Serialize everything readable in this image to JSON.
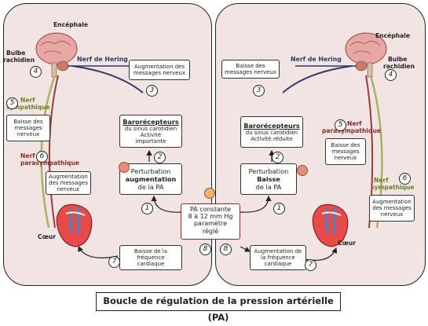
{
  "title": "Boucle de régulation de la pression artérielle (PA)",
  "center": {
    "line1": "PA constante",
    "line2": "8 à 12 mm Hg",
    "line3": "paramètre",
    "line4": "réglé"
  },
  "left": {
    "encephale": "Encéphale",
    "bulbe1": "Bulbe",
    "bulbe2": "rachidien",
    "hering": "Nerf de Hering",
    "n_symp1": "Nerf",
    "n_symp2": "sympathique",
    "n_para1": "Nerf",
    "n_para2": "parasympathique",
    "coeur": "Cœur",
    "box_msg": {
      "l1": "Augmentation des",
      "l2": "messages nerveux"
    },
    "box_baro": {
      "head": "Barorécepteurs",
      "l1": "du sinus carotidien",
      "l2": "Activité",
      "l3": "importante"
    },
    "box_pert": {
      "l1": "Perturbation",
      "l2": "augmentation",
      "l3": "de la PA"
    },
    "box_symp": {
      "l1": "Baisse des",
      "l2": "messages",
      "l3": "nerveux"
    },
    "box_para": {
      "l1": "Augmentation",
      "l2": "des messages",
      "l3": "nerveux"
    },
    "box_freq": {
      "l1": "Baisse de la",
      "l2": "fréquence",
      "l3": "cardiaque"
    }
  },
  "right": {
    "encephale": "Encéphale",
    "bulbe1": "Bulbe",
    "bulbe2": "rachidien",
    "hering": "Nerf de Hering",
    "n_para1": "Nerf",
    "n_para2": "parasympathique",
    "n_symp1": "Nerf",
    "n_symp2": "sympathique",
    "coeur": "Cœur",
    "box_msg": {
      "l1": "Baisse des",
      "l2": "messages nerveux"
    },
    "box_baro": {
      "head": "Barorécepteurs",
      "l1": "du sinus carotidien",
      "l2": "Activité réduite"
    },
    "box_pert": {
      "l1": "Perturbation",
      "l2": "Baisse",
      "l3": "de la PA"
    },
    "box_para": {
      "l1": "Baisse des",
      "l2": "messages",
      "l3": "nerveux"
    },
    "box_symp": {
      "l1": "Augmentation",
      "l2": "des messages",
      "l3": "nerveux"
    },
    "box_freq": {
      "l1": "Augmentation de",
      "l2": "la fréquence",
      "l3": "cardiaque"
    }
  },
  "numbers": {
    "n1": "1",
    "n2": "2",
    "n3": "3",
    "n4": "4",
    "n5": "5",
    "n6": "6",
    "n7": "7",
    "n8": "8"
  }
}
